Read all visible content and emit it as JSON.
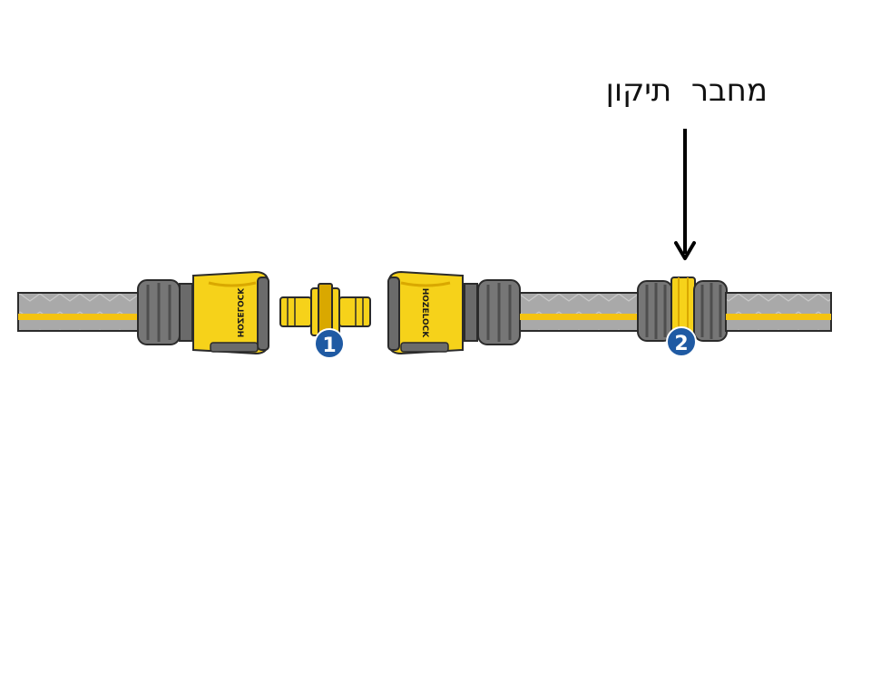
{
  "label": {
    "text": "מחבר  תיקון"
  },
  "brand": {
    "text": "HOZELOCK"
  },
  "badges": [
    {
      "number": "1"
    },
    {
      "number": "2"
    }
  ],
  "colors": {
    "hose_gray": "#a8a8a8",
    "hose_stripe": "#f4c311",
    "connector_yellow": "#f6d21a",
    "connector_dark_yellow": "#d9a800",
    "nut_gray": "#7a7a7a",
    "nut_dark": "#5d5d5d",
    "badge_blue": "#1f5aa3",
    "outline": "#2b2b2b"
  },
  "icons": {
    "arrow": "down-arrow-icon",
    "badge": "number-badge-icon"
  }
}
